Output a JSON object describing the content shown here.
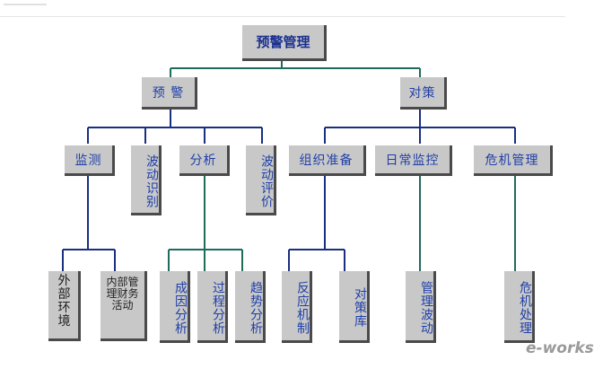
{
  "diagram": {
    "root": "预警管理",
    "branches": [
      "预 警",
      "对策"
    ],
    "level2": [
      "监测",
      "波动识别",
      "分析",
      "波动评价",
      "组织准备",
      "日常监控",
      "危机管理"
    ],
    "level3": [
      "外部环境",
      "内部管理财务活动",
      "成因分析",
      "过程分析",
      "趋势分析",
      "反应机制",
      "对策库",
      "管理波动",
      "危机处理"
    ]
  },
  "watermark": "e-works"
}
